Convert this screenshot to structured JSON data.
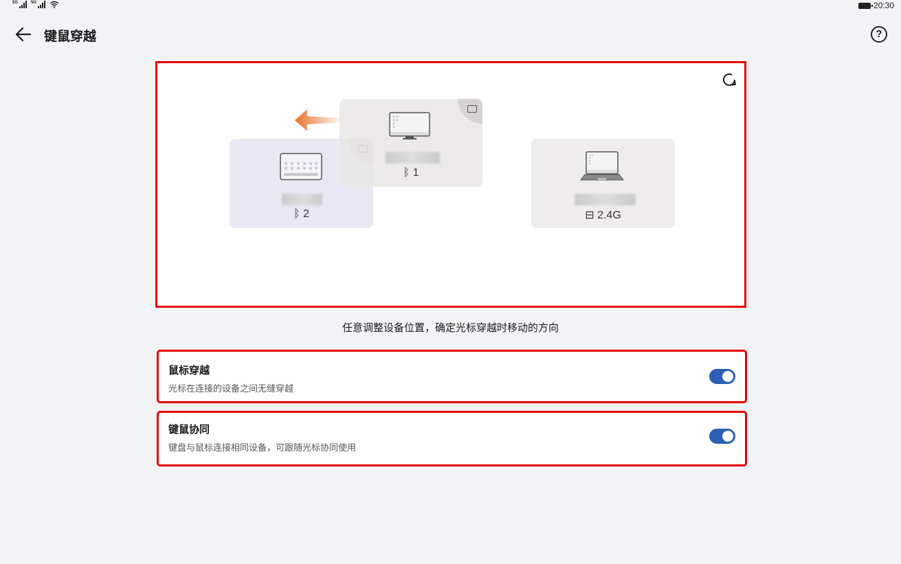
{
  "status_bar": {
    "signal1_tag": "5G",
    "signal2_tag": "5G",
    "time": "20:30"
  },
  "header": {
    "title": "键鼠穿越",
    "help_label": "?"
  },
  "arrangement": {
    "devices": [
      {
        "type": "tablet",
        "connection_icon": "bluetooth-icon",
        "connection_label": "2"
      },
      {
        "type": "monitor",
        "connection_icon": "bluetooth-icon",
        "connection_label": "1"
      },
      {
        "type": "laptop",
        "connection_icon": "usb-receiver-icon",
        "connection_label": "2.4G"
      }
    ],
    "accent_arrow_color": "#e8742c"
  },
  "hint": "任意调整设备位置，确定光标穿越时移动的方向",
  "settings": [
    {
      "title": "鼠标穿越",
      "description": "光标在连接的设备之间无缝穿越",
      "enabled": true
    },
    {
      "title": "键鼠协同",
      "description": "键盘与鼠标连接相同设备，可跟随光标协同使用",
      "enabled": true
    }
  ],
  "colors": {
    "toggle_on": "#2b5fb4",
    "highlight_border": "#e60000",
    "background": "#f1f3f5"
  }
}
